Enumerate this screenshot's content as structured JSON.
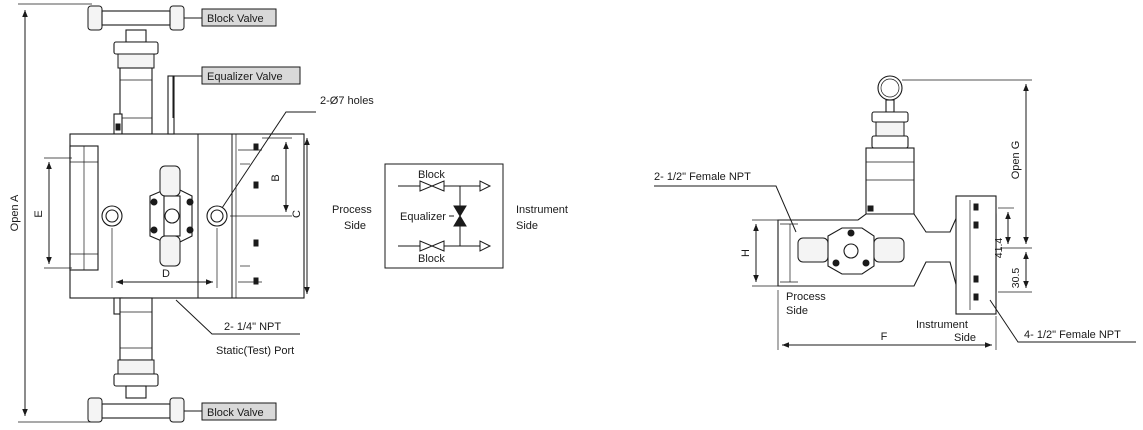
{
  "front_view": {
    "callouts": {
      "block_valve_top": "Block Valve",
      "equalizer_valve": "Equalizer Valve",
      "holes": "2-Ø7 holes",
      "npt_port": "2- 1/4\" NPT",
      "static_port": "Static(Test) Port",
      "block_valve_bottom": "Block Valve"
    },
    "dimensions": {
      "open_a": "Open A",
      "e": "E",
      "d": "D",
      "b": "B",
      "c": "C"
    }
  },
  "schematic": {
    "process_side_line1": "Process",
    "process_side_line2": "Side",
    "instrument_side_line1": "Instrument",
    "instrument_side_line2": "Side",
    "block_top": "Block",
    "equalizer": "Equalizer",
    "block_bottom": "Block"
  },
  "side_view": {
    "callouts": {
      "female_npt_2": "2- 1/2\" Female NPT",
      "female_npt_4": "4- 1/2\" Female NPT"
    },
    "labels": {
      "process_side_line1": "Process",
      "process_side_line2": "Side",
      "instrument_side_line1": "Instrument",
      "instrument_side_line2": "Side"
    },
    "dimensions": {
      "open_g": "Open G",
      "h": "H",
      "f": "F",
      "dim_41_4": "41.4",
      "dim_30_5": "30.5"
    }
  }
}
